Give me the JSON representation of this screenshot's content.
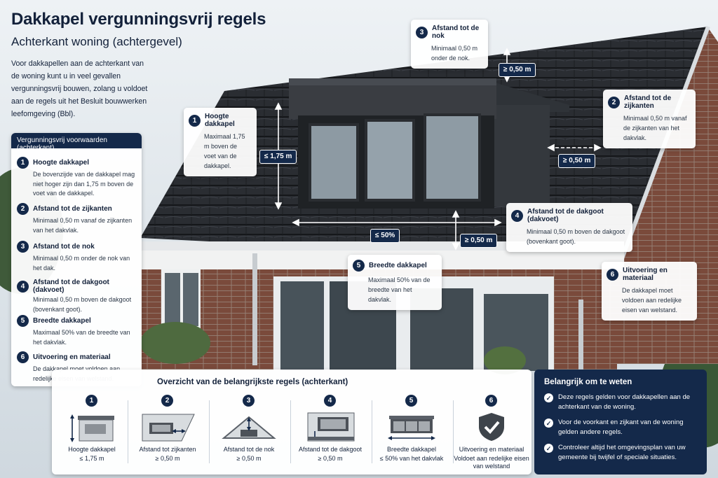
{
  "header": {
    "title": "Dakkapel vergunningsvrij regels",
    "subtitle": "Achterkant woning (achtergevel)",
    "intro": "Voor dakkapellen aan de achterkant van de woning kunt u in veel gevallen vergunningsvrij bouwen, zolang u voldoet aan de regels uit het Besluit bouwwerken leefomgeving (Bbl)."
  },
  "panel": {
    "title": "Vergunningsvrij voorwaarden (achterkant)",
    "items": [
      {
        "num": "1",
        "title": "Hoogte dakkapel",
        "text": "De bovenzijde van de dakkapel mag niet hoger zijn dan 1,75 m boven de voet van de dakkapel."
      },
      {
        "num": "2",
        "title": "Afstand tot de zijkanten",
        "text": "Minimaal 0,50 m vanaf de zijkanten van het dakvlak."
      },
      {
        "num": "3",
        "title": "Afstand tot de nok",
        "text": "Minimaal 0,50 m onder de nok van het dak."
      },
      {
        "num": "4",
        "title": "Afstand tot de dakgoot (dakvoet)",
        "text": "Minimaal 0,50 m boven de dakgoot (bovenkant goot)."
      },
      {
        "num": "5",
        "title": "Breedte dakkapel",
        "text": "Maximaal 50% van de breedte van het dakvlak."
      },
      {
        "num": "6",
        "title": "Uitvoering en materiaal",
        "text": "De dakkapel moet voldoen aan redelijke eisen van welstand."
      }
    ]
  },
  "callouts": {
    "c1": {
      "num": "1",
      "title": "Hoogte dakkapel",
      "text": "Maximaal 1,75 m boven de voet van de dakkapel."
    },
    "c2": {
      "num": "2",
      "title": "Afstand tot de zijkanten",
      "text": "Minimaal 0,50 m vanaf de zijkanten van het dakvlak."
    },
    "c3": {
      "num": "3",
      "title": "Afstand tot de nok",
      "text": "Minimaal 0,50 m onder de nok."
    },
    "c4": {
      "num": "4",
      "title": "Afstand tot de dakgoot (dakvoet)",
      "text": "Minimaal 0,50 m boven de dakgoot (bovenkant goot)."
    },
    "c5": {
      "num": "5",
      "title": "Breedte dakkapel",
      "text": "Maximaal 50% van de breedte van het dakvlak."
    },
    "c6": {
      "num": "6",
      "title": "Uitvoering en materiaal",
      "text": "De dakkapel moet voldoen aan redelijke eisen van welstand."
    }
  },
  "measures": {
    "height": "≤ 1,75 m",
    "nok": "≥ 0,50 m",
    "side": "≥ 0,50 m",
    "goot": "≥ 0,50 m",
    "width": "≤ 50%"
  },
  "overview": {
    "title": "Overzicht van de belangrijkste regels (achterkant)",
    "cells": [
      {
        "num": "1",
        "label": "Hoogte dakkapel",
        "value": "≤ 1,75 m"
      },
      {
        "num": "2",
        "label": "Afstand tot zijkanten",
        "value": "≥ 0,50 m"
      },
      {
        "num": "3",
        "label": "Afstand tot de nok",
        "value": "≥ 0,50 m"
      },
      {
        "num": "4",
        "label": "Afstand tot de dakgoot",
        "value": "≥ 0,50 m"
      },
      {
        "num": "5",
        "label": "Breedte dakkapel",
        "value": "≤ 50% van het dakvlak"
      },
      {
        "num": "6",
        "label": "Uitvoering en materiaal",
        "value": "Voldoet aan redelijke eisen van welstand"
      }
    ]
  },
  "important": {
    "title": "Belangrijk om te weten",
    "items": [
      "Deze regels gelden voor dakkapellen aan de achterkant van de woning.",
      "Voor de voorkant en zijkant van de woning gelden andere regels.",
      "Controleer altijd het omgevingsplan van uw gemeente bij twijfel of speciale situaties."
    ],
    "check_icon": "check-icon"
  },
  "colors": {
    "navy": "#14294a",
    "roof": "#2b2e33",
    "brick": "#7b4a3a",
    "sky": "#dfe6ec"
  }
}
